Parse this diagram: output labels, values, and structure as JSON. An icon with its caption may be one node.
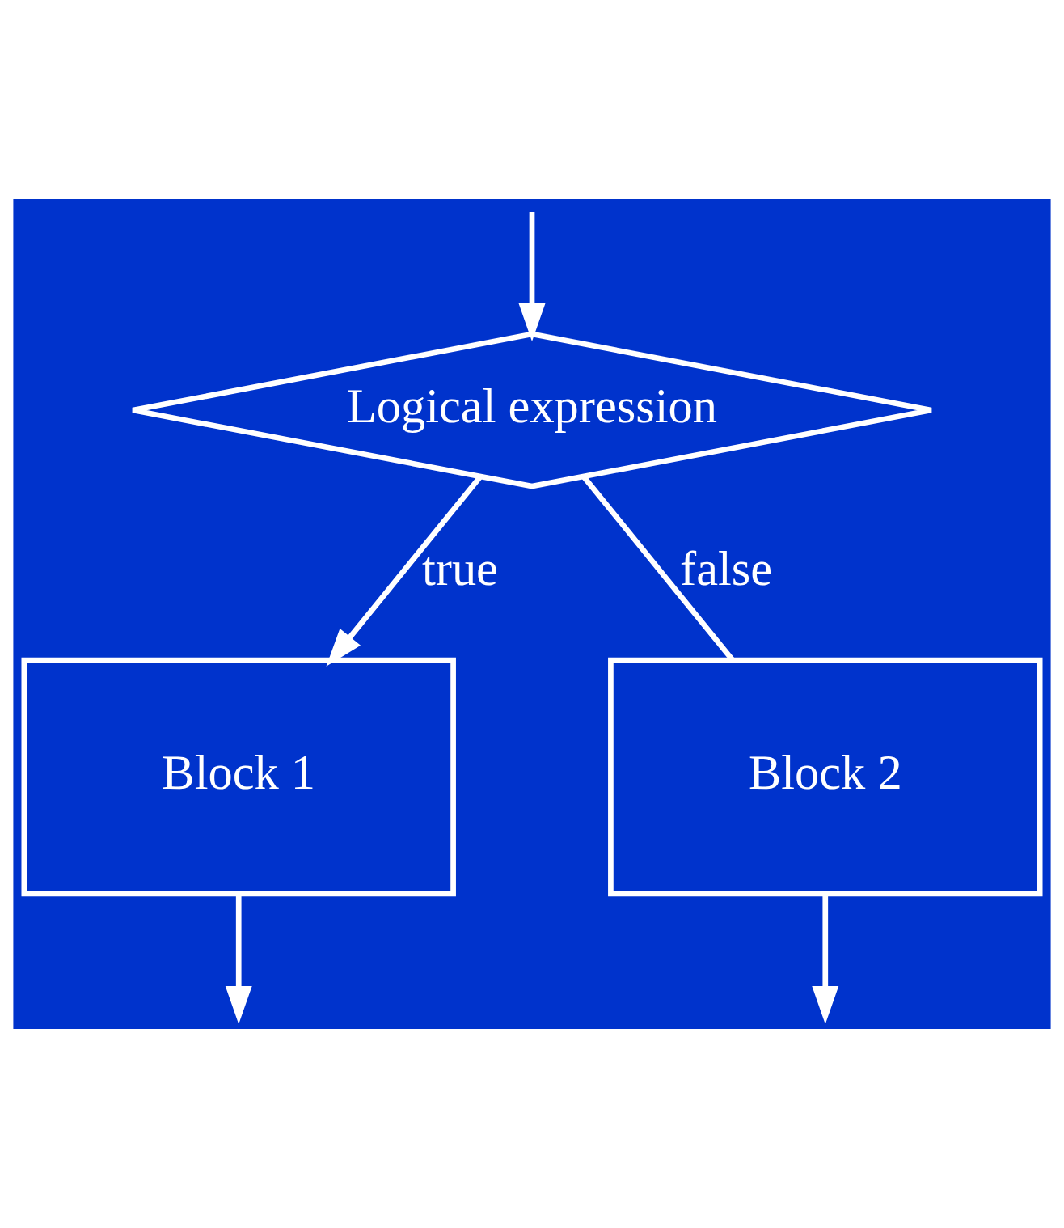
{
  "diagram": {
    "nodes": [
      {
        "text": [
          "Logical expression"
        ]
      },
      {
        "text": [
          "Block 1"
        ]
      },
      {
        "text": [
          "Block 2"
        ]
      }
    ],
    "edges": [
      {
        "from": null,
        "to": 0,
        "arrow": "to"
      },
      {
        "from": 0,
        "to": 1,
        "arrow": "to",
        "label": "true"
      },
      {
        "from": 0,
        "to": 2,
        "arrow": "none",
        "label": "false"
      },
      {
        "from": 1,
        "to": null,
        "arrow": "to"
      },
      {
        "from": 2,
        "to": null,
        "arrow": "to"
      }
    ]
  }
}
